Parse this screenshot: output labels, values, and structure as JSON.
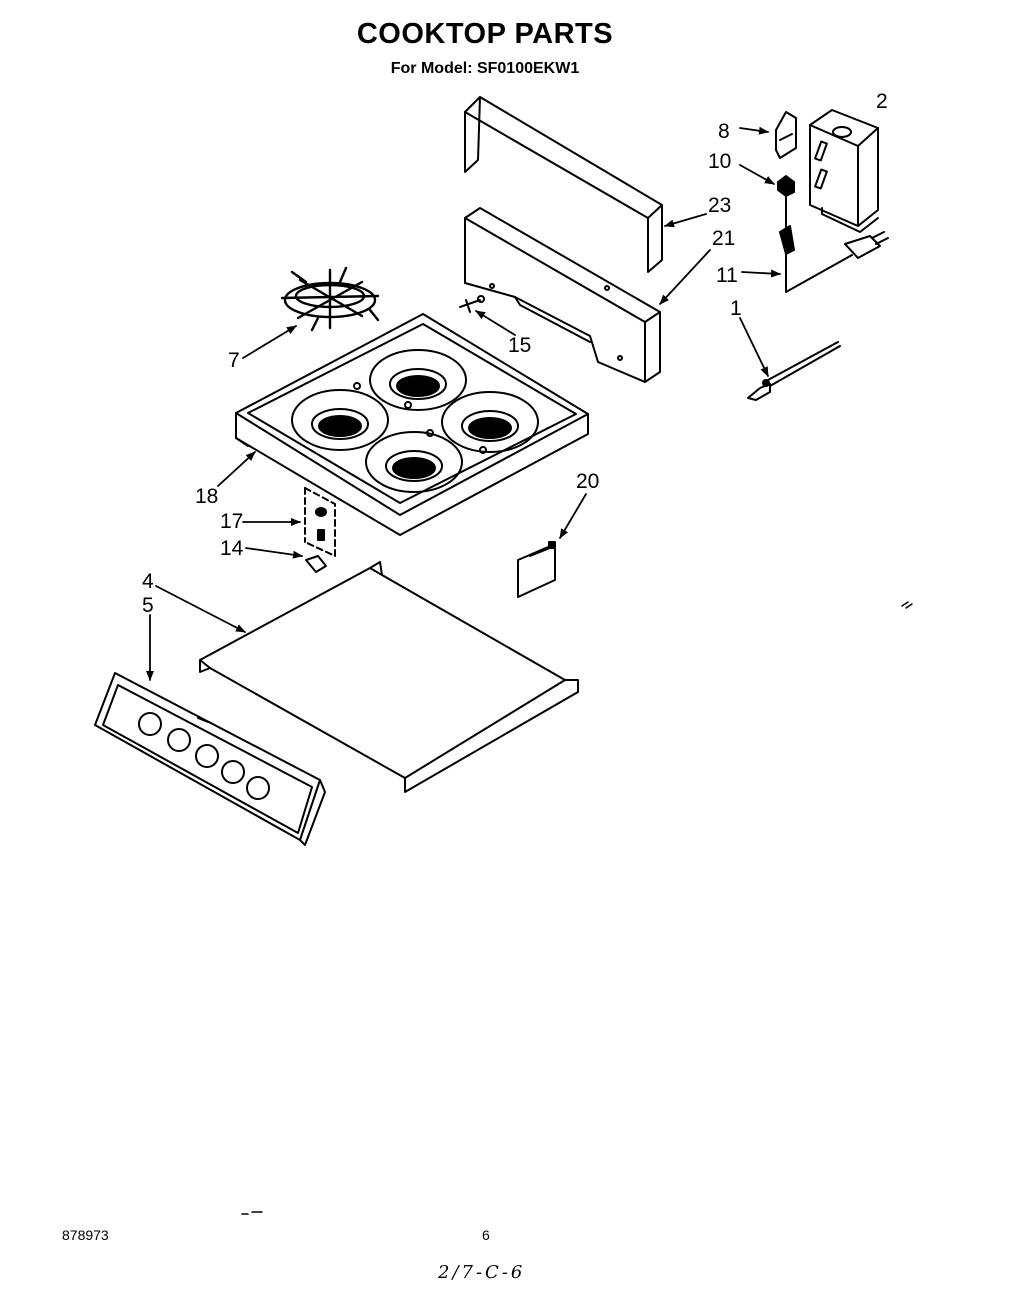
{
  "header": {
    "title": "COOKTOP PARTS",
    "subtitle": "For Model: SF0100EKW1"
  },
  "callouts": [
    "1",
    "2",
    "4",
    "5",
    "7",
    "8",
    "10",
    "11",
    "14",
    "15",
    "17",
    "18",
    "20",
    "21",
    "23"
  ],
  "footer": {
    "doc_number": "878973",
    "page_number": "6",
    "handwritten": "2/7-C-6"
  }
}
